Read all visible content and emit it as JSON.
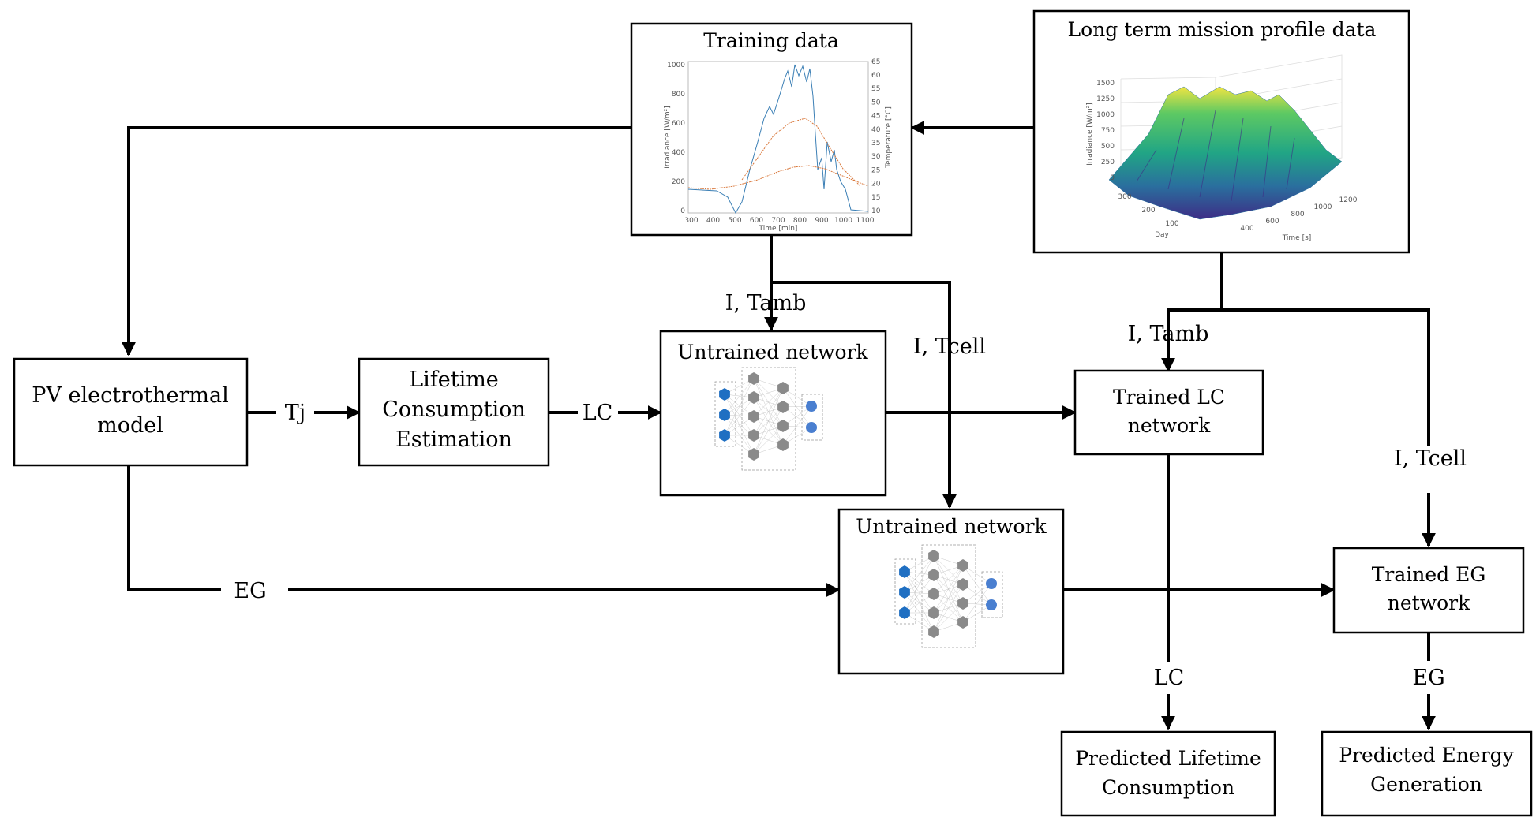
{
  "boxes": {
    "pv_model": [
      "PV electrothermal",
      "model"
    ],
    "lifetime_estimation": [
      "Lifetime",
      "Consumption",
      "Estimation"
    ],
    "untrained_1": "Untrained network",
    "untrained_2": "Untrained network",
    "trained_lc": [
      "Trained LC",
      "network"
    ],
    "trained_eg": [
      "Trained EG",
      "network"
    ],
    "predicted_lc": [
      "Predicted Lifetime",
      "Consumption"
    ],
    "predicted_eg": [
      "Predicted Energy",
      "Generation"
    ],
    "training_data": "Training data",
    "long_term": "Long term mission profile data"
  },
  "edge_labels": {
    "tj": "Tj",
    "lc1": "LC",
    "eg1": "EG",
    "i_tamb_1": "I, Tamb",
    "i_tcell_1": "I, Tcell",
    "i_tamb_2": "I, Tamb",
    "i_tcell_2": "I, Tcell",
    "lc2": "LC",
    "eg2": "EG"
  },
  "training_chart_labels": {
    "x_ticks": [
      "300",
      "400",
      "500",
      "600",
      "700",
      "800",
      "900",
      "1000",
      "1100"
    ],
    "y_left_ticks": [
      "0",
      "200",
      "400",
      "600",
      "800",
      "1000"
    ],
    "y_right_ticks": [
      "10",
      "15",
      "20",
      "25",
      "30",
      "35",
      "40",
      "45",
      "50",
      "55",
      "60",
      "65"
    ],
    "xlabel": "Time [min]",
    "ylabel_left": "Irradiance [W/m²]",
    "ylabel_right": "Temperature [°C]"
  },
  "mission_chart_labels": {
    "z_ticks": [
      "0",
      "250",
      "500",
      "750",
      "1000",
      "1250",
      "1500"
    ],
    "day_ticks": [
      "300",
      "200",
      "100"
    ],
    "time_ticks": [
      "400",
      "600",
      "800",
      "1000",
      "1200"
    ],
    "zlabel": "Irradiance [W/m²]",
    "day_label": "Day",
    "time_label": "Time [s]"
  },
  "colors": {
    "irradiance": "#3b7fb5",
    "temperature": "#d9773a",
    "node_blue": "#1f6fc2",
    "node_gray": "#8a8a8a"
  }
}
